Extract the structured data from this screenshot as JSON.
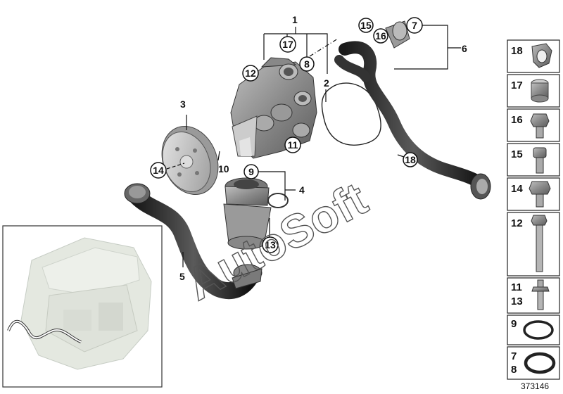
{
  "diagram_number": "373146",
  "watermark": "AutoSoft",
  "callouts": {
    "c1": "1",
    "c2": "2",
    "c3": "3",
    "c4": "4",
    "c5": "5",
    "c6": "6",
    "c7": "7",
    "c8": "8",
    "c9": "9",
    "c10": "10",
    "c11": "11",
    "c12": "12",
    "c13": "13",
    "c14": "14",
    "c15": "15",
    "c16": "16",
    "c17": "17",
    "c18": "18"
  },
  "sidebar": {
    "items": [
      {
        "label": "18",
        "icon": "hose-clamp-icon"
      },
      {
        "label": "17",
        "icon": "bushing-icon"
      },
      {
        "label": "16",
        "icon": "hex-bolt-icon"
      },
      {
        "label": "15",
        "icon": "socket-bolt-icon"
      },
      {
        "label": "14",
        "icon": "flange-bolt-icon"
      },
      {
        "label": "12",
        "icon": "long-bolt-icon"
      },
      {
        "label": "11",
        "label2": "13",
        "icon": "stud-bolt-icon"
      },
      {
        "label": "9",
        "icon": "o-ring-icon"
      },
      {
        "label": "7",
        "label2": "8",
        "icon": "sealing-ring-icon"
      }
    ]
  }
}
